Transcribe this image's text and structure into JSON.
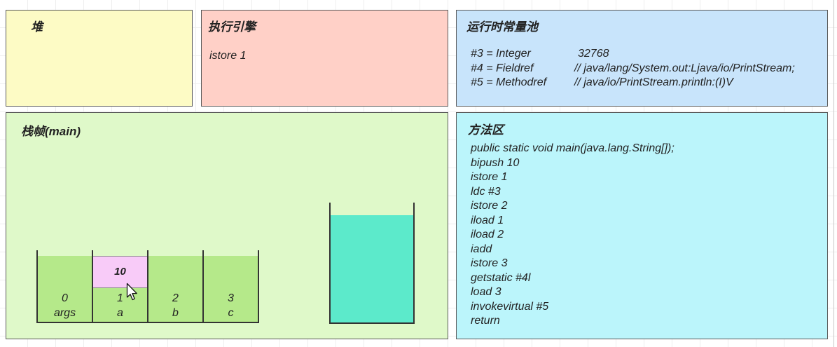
{
  "heap": {
    "title": "堆"
  },
  "execution_engine": {
    "title": "执行引擎",
    "current_instruction": "istore 1"
  },
  "runtime_constant_pool": {
    "title": "运行时常量池",
    "entries": [
      {
        "ref": "#3 = Integer",
        "value": "32768"
      },
      {
        "ref": "#4 = Fieldref",
        "value": "// java/lang/System.out:Ljava/io/PrintStream;"
      },
      {
        "ref": "#5 = Methodref",
        "value": "// java/io/PrintStream.println:(I)V"
      }
    ]
  },
  "stack_frame": {
    "title": "栈帧(main)",
    "local_variables": [
      {
        "index": "0",
        "name": "args"
      },
      {
        "index": "1",
        "name": "a",
        "value": "10"
      },
      {
        "index": "2",
        "name": "b"
      },
      {
        "index": "3",
        "name": "c"
      }
    ]
  },
  "method_area": {
    "title": "方法区",
    "code": [
      "public static void main(java.lang.String[]);",
      "bipush 10",
      "istore 1",
      "ldc #3",
      "istore 2",
      "iload 1",
      "iload 2",
      "iadd",
      "istore 3",
      "getstatic #4l",
      "load 3",
      "invokevirtual #5",
      "return"
    ]
  },
  "icons": {
    "cursor": "mouse-pointer-icon"
  },
  "colors": {
    "heap": "#fdfbc5",
    "execution_engine": "#ffd0c7",
    "runtime_constant_pool": "#c8e4fb",
    "stack_frame": "#dff9c9",
    "method_area": "#bbf5fb",
    "local_variable_fill": "#b5e98a",
    "local_variable_value": "#f8cbf8",
    "operand_stack_fill": "#5ceacb"
  }
}
